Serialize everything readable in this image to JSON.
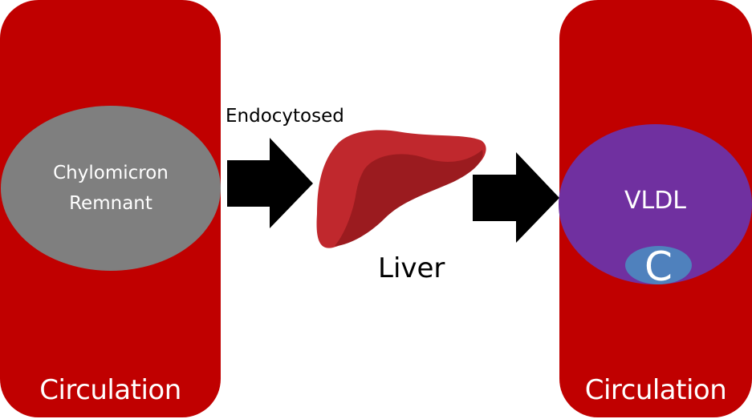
{
  "title": "Chylomicron remnant uptake by the liver and VLDL secretion",
  "colors": {
    "circulation": "#C00000",
    "chylomicron_remnant": "#7F7F7F",
    "vldl": "#7030A0",
    "cholesterol": "#4F81BD",
    "liver_light": "#C0282D",
    "liver_dark": "#9B1B1F",
    "arrow": "#000000"
  },
  "left_panel": {
    "label": "Circulation",
    "particle": {
      "line1": "Chylomicron",
      "line2": "Remnant"
    }
  },
  "step1": {
    "label": "Endocytosed",
    "icon": "arrow-right-icon"
  },
  "organ": {
    "label": "Liver",
    "icon": "liver-icon"
  },
  "step2": {
    "icon": "arrow-right-icon"
  },
  "right_panel": {
    "label": "Circulation",
    "particle": {
      "label": "VLDL",
      "cargo": "C"
    }
  }
}
